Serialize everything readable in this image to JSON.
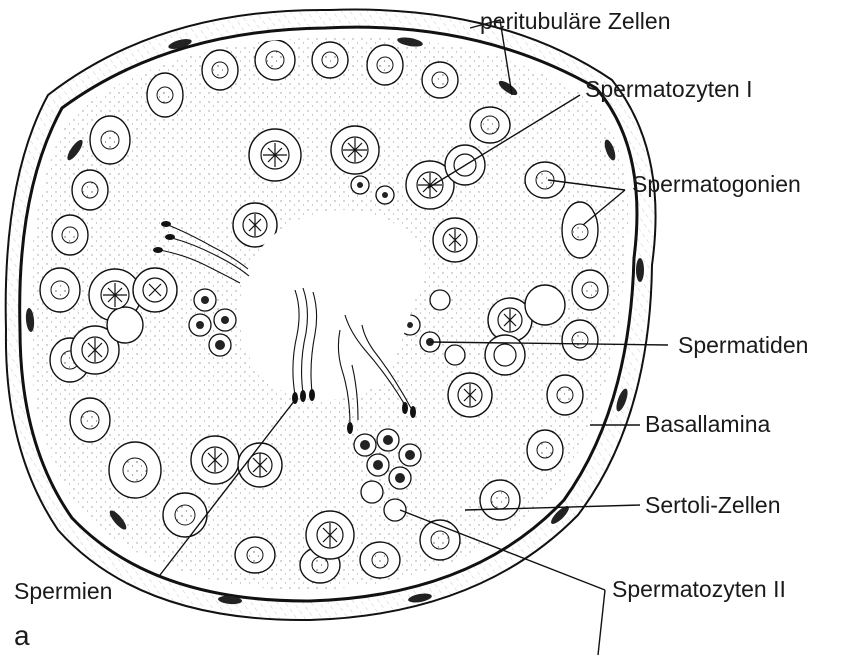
{
  "labels": {
    "peritubular": "peritubuläre Zellen",
    "spermatocytes_1": "Spermatozyten I",
    "spermatogonia": "Spermatogonien",
    "spermatids": "Spermatiden",
    "basal_lamina": "Basallamina",
    "sertoli": "Sertoli-Zellen",
    "spermatocytes_2": "Spermatozyten II",
    "sperm": "Spermien"
  },
  "panel_letter": "a"
}
